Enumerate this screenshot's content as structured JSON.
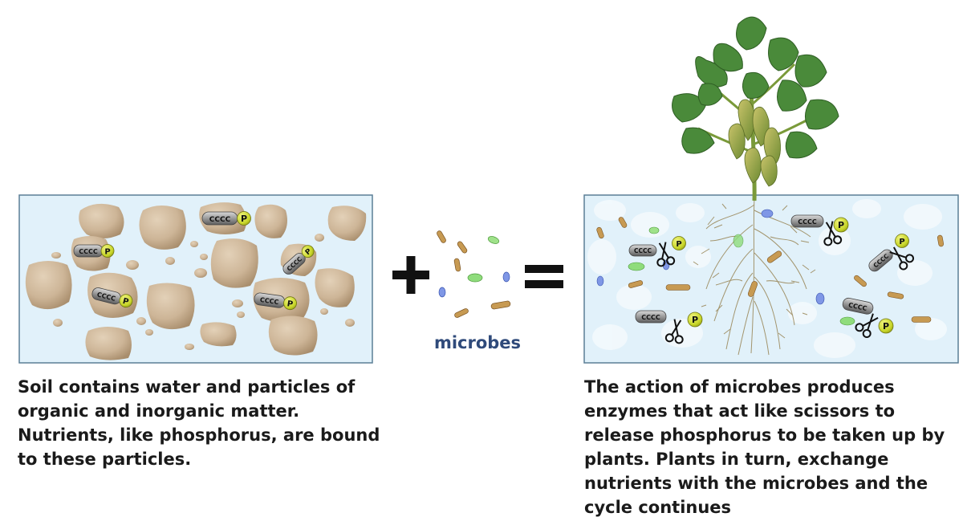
{
  "labels": {
    "microbes": "microbes",
    "chain": "CCCC",
    "phosphorus": "P"
  },
  "captions": {
    "left": "Soil contains water and particles of organic and inorganic matter.  Nutrients, like phosphorus, are bound to these particles.",
    "right": "The action of microbes produces enzymes that act like scissors to release phosphorus to be taken up by plants. Plants in turn, exchange nutrients with the microbes and the cycle continues"
  },
  "colors": {
    "water": "#e1f1fa",
    "box_border": "#5b7f96",
    "soil_particle": "#cdb597",
    "phosphorus": "#c8d62a",
    "microbes_label": "#2f4a7a",
    "leaf": "#4a8a3a"
  }
}
